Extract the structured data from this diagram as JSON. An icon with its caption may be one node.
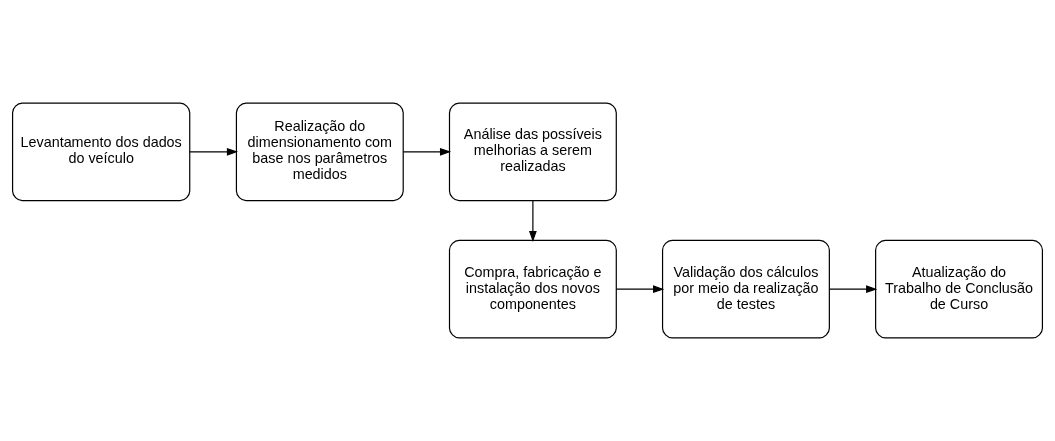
{
  "diagram": {
    "nodes": [
      {
        "text": [
          "Levantamento dos dados do veículo"
        ]
      },
      {
        "text": [
          "Realização do dimensionamento com base nos parâmetros medidos"
        ]
      },
      {
        "text": [
          "Análise das possíveis melhorias a serem realizadas"
        ]
      },
      {
        "text": [
          "Compra, fabricação e instalação dos novos componentes"
        ]
      },
      {
        "text": [
          "Validação dos cálculos por meio da realização de testes"
        ]
      },
      {
        "text": [
          "Atualização do Trabalho de Conclusão de Curso"
        ]
      }
    ],
    "edges": [
      {
        "from": 0,
        "to": 1,
        "arrow": "to"
      },
      {
        "from": 1,
        "to": 2,
        "arrow": "to"
      },
      {
        "from": 2,
        "to": 3,
        "arrow": "to"
      },
      {
        "from": 3,
        "to": 4,
        "arrow": "to"
      },
      {
        "from": 4,
        "to": 5,
        "arrow": "to"
      }
    ]
  }
}
